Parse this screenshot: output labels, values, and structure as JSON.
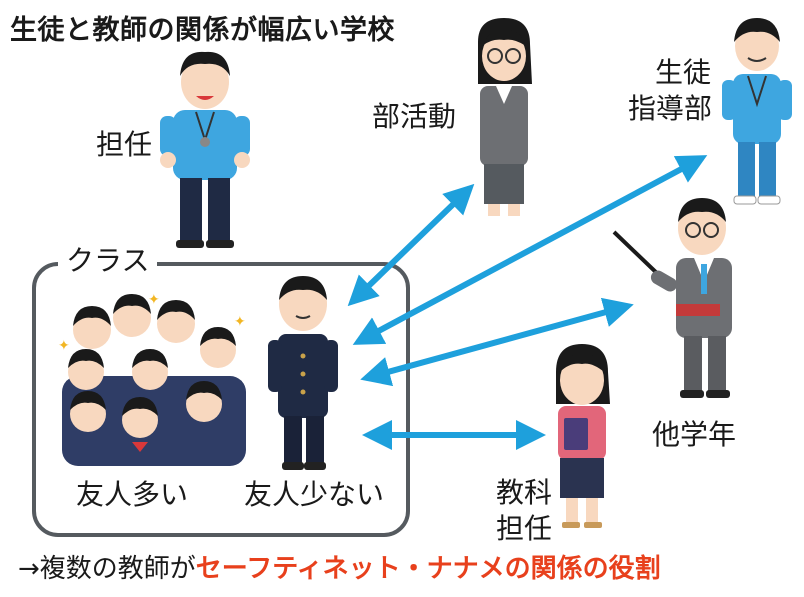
{
  "title": "生徒と教師の関係が幅広い学校",
  "labels": {
    "homeroom": "担任",
    "club": "部活動",
    "guidance_line1": "生徒",
    "guidance_line2": "指導部",
    "class": "クラス",
    "many_friends": "友人多い",
    "few_friends": "友人少ない",
    "other_grade": "他学年",
    "subject_line1": "教科",
    "subject_line2": "担任"
  },
  "footer": {
    "prefix": "→複数の教師が",
    "highlight": "セーフティネット・ナナメの関係の役割"
  },
  "colors": {
    "arrow": "#1ea0dc",
    "box": "#555a5f",
    "accent": "#e8401c",
    "shirt_blue": "#3ea6e0",
    "suit_gray": "#6d6f73",
    "uniform_navy": "#1f2a44"
  },
  "icons": [
    "teacher-homeroom-icon",
    "teacher-club-icon",
    "teacher-guidance-icon",
    "teacher-other-grade-icon",
    "teacher-subject-icon",
    "student-group-icon",
    "student-alone-icon"
  ]
}
